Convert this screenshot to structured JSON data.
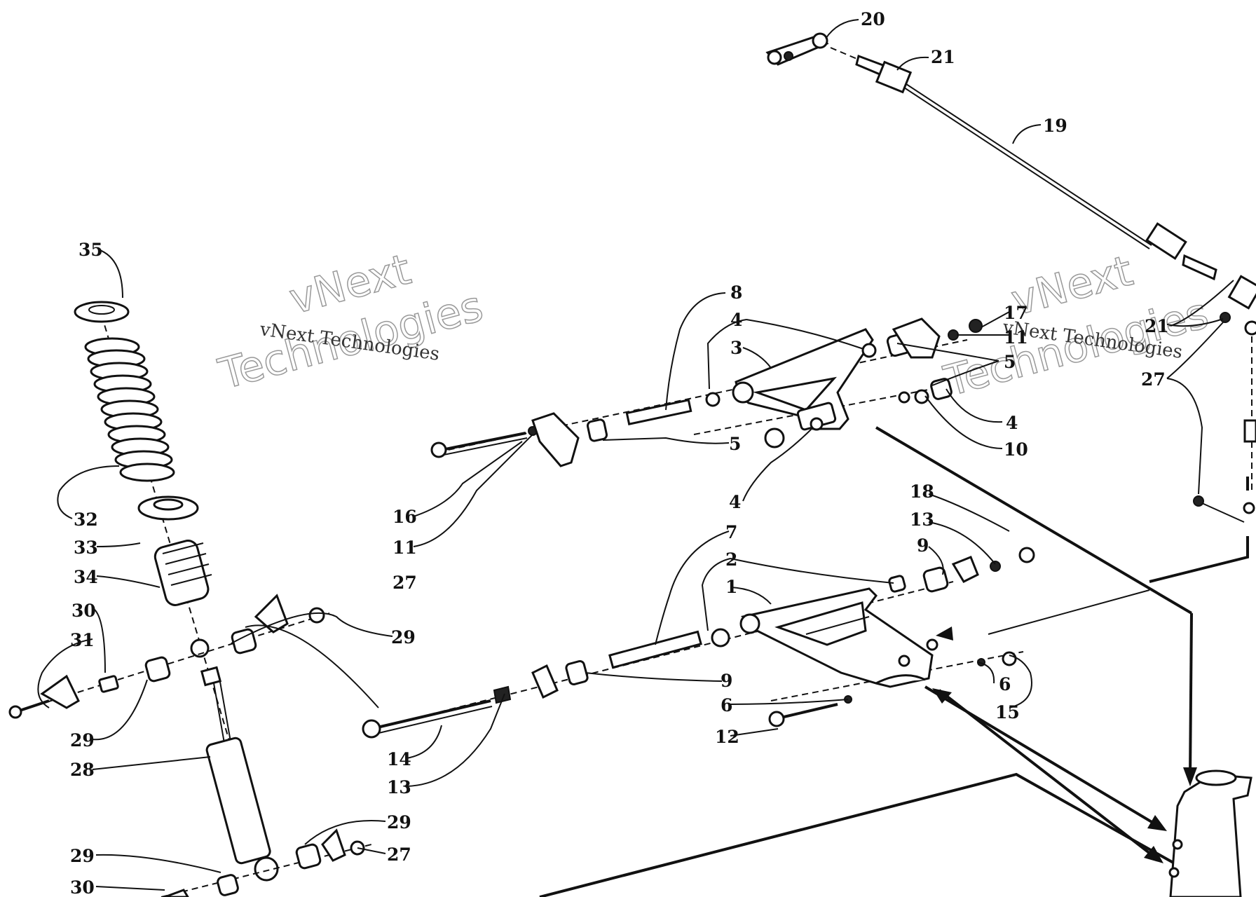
{
  "watermarks": [
    {
      "small": "vNext Technologies",
      "large_1": "vNext",
      "large_2": "Technologies"
    },
    {
      "small": "vNext Technologies",
      "large_1": "vNext",
      "large_2": "Technologies"
    }
  ],
  "callouts": {
    "c20": "20",
    "c21a": "21",
    "c19": "19",
    "c21b": "21",
    "c27a": "27",
    "c35": "35",
    "c32": "32",
    "c33": "33",
    "c34": "34",
    "c30a": "30",
    "c31": "31",
    "c29a": "29",
    "c28": "28",
    "c29b": "29",
    "c30b": "30",
    "c27b": "27",
    "c29c": "29",
    "c29d": "29",
    "c27c": "27",
    "c8": "8",
    "c4a": "4",
    "c3": "3",
    "c17": "17",
    "c11a": "11",
    "c5a": "5",
    "c4b": "4",
    "c10": "10",
    "c5b": "5",
    "c4c": "4",
    "c16": "16",
    "c11b": "11",
    "c18": "18",
    "c13a": "13",
    "c9a": "9",
    "c7": "7",
    "c2": "2",
    "c1": "1",
    "c9b": "9",
    "c6a": "6",
    "c6b": "6",
    "c15": "15",
    "c12": "12",
    "c14": "14",
    "c13b": "13"
  }
}
